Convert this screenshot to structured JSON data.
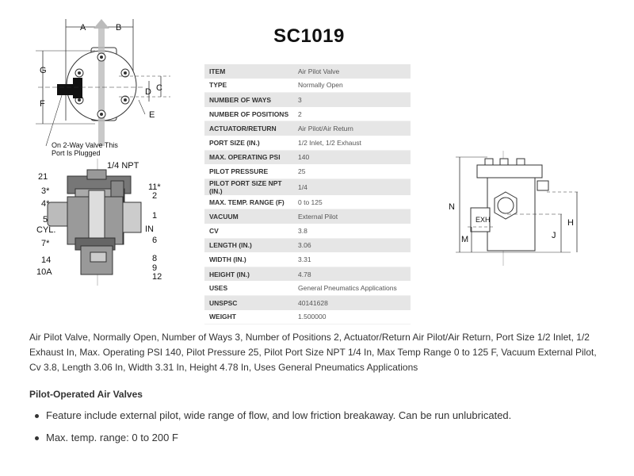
{
  "title": "SC1019",
  "specs": [
    {
      "key": "ITEM",
      "value": "Air Pilot Valve"
    },
    {
      "key": "TYPE",
      "value": "Normally Open"
    },
    {
      "key": "NUMBER OF WAYS",
      "value": "3"
    },
    {
      "key": "NUMBER OF POSITIONS",
      "value": "2"
    },
    {
      "key": "ACTUATOR/RETURN",
      "value": "Air Pilot/Air Return"
    },
    {
      "key": "PORT SIZE (IN.)",
      "value": "1/2 Inlet, 1/2 Exhaust"
    },
    {
      "key": "MAX. OPERATING PSI",
      "value": "140"
    },
    {
      "key": "PILOT PRESSURE",
      "value": "25"
    },
    {
      "key": "PILOT PORT SIZE NPT (IN.)",
      "value": "1/4"
    },
    {
      "key": "MAX. TEMP. RANGE (F)",
      "value": "0 to 125"
    },
    {
      "key": "VACUUM",
      "value": "External Pilot"
    },
    {
      "key": "CV",
      "value": "3.8"
    },
    {
      "key": "LENGTH (IN.)",
      "value": "3.06"
    },
    {
      "key": "WIDTH (IN.)",
      "value": "3.31"
    },
    {
      "key": "HEIGHT (IN.)",
      "value": "4.78"
    },
    {
      "key": "USES",
      "value": "General Pneumatics Applications"
    },
    {
      "key": "UNSPSC",
      "value": "40141628"
    },
    {
      "key": "WEIGHT",
      "value": "1.500000"
    }
  ],
  "description": "Air Pilot Valve, Normally Open, Number of Ways 3, Number of Positions 2, Actuator/Return Air Pilot/Air Return, Port Size 1/2 Inlet, 1/2 Exhaust In, Max. Operating PSI 140, Pilot Pressure 25, Pilot Port Size NPT 1/4 In, Max Temp Range 0 to 125 F, Vacuum External Pilot, Cv 3.8, Length 3.06 In, Width 3.31 In, Height 4.78 In, Uses General Pneumatics Applications",
  "section_heading": "Pilot-Operated Air Valves",
  "bullets": [
    "Feature include external pilot, wide range of flow, and low friction breakaway. Can be run unlubricated.",
    "Max. temp. range: 0 to 200 F"
  ],
  "diagrams": {
    "top_view": {
      "labels": {
        "a": "A",
        "b": "B",
        "c": "C",
        "d": "D",
        "e": "E",
        "f": "F",
        "g": "G"
      },
      "note_line1": "On 2-Way Valve This",
      "note_line2": "Port Is Plugged"
    },
    "section_view": {
      "labels": {
        "npt": "1/4 NPT",
        "p21": "21",
        "p3": "3*",
        "p4": "4*",
        "p5": "5",
        "cyl": "CYL.",
        "p7": "7*",
        "p14": "14",
        "p10a": "10A",
        "p11": "11*",
        "p2": "2",
        "p1": "1",
        "in": "IN",
        "p6": "6",
        "p8": "8",
        "p9": "9",
        "p12": "12"
      }
    },
    "side_view": {
      "labels": {
        "n": "N",
        "exh": "EXH",
        "m": "M",
        "j": "J",
        "h": "H"
      }
    }
  }
}
